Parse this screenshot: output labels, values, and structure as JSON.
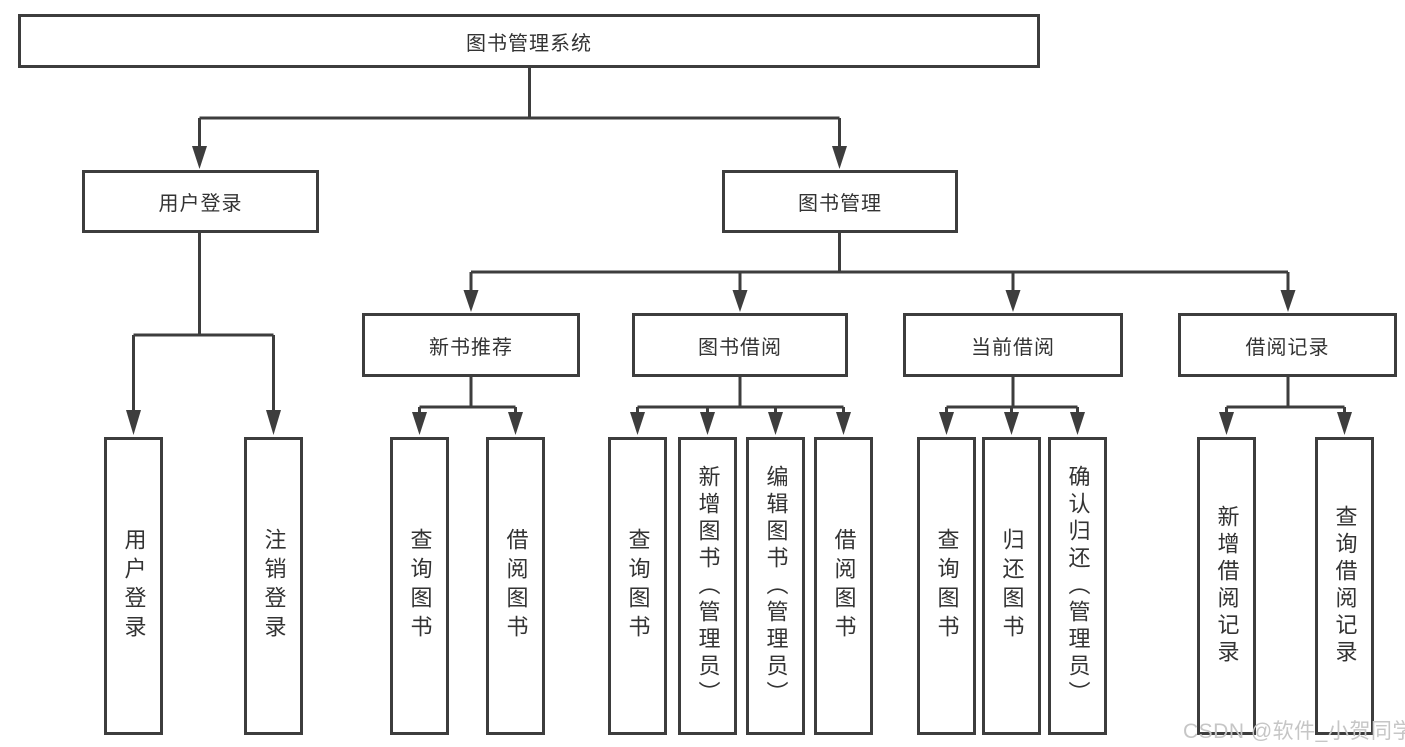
{
  "diagram": {
    "title": "图书管理系统",
    "root": {
      "label": "图书管理系统"
    },
    "level2": [
      {
        "label": "用户登录"
      },
      {
        "label": "图书管理"
      }
    ],
    "level3": [
      {
        "label": "新书推荐",
        "parent": "图书管理"
      },
      {
        "label": "图书借阅",
        "parent": "图书管理"
      },
      {
        "label": "当前借阅",
        "parent": "图书管理"
      },
      {
        "label": "借阅记录",
        "parent": "图书管理"
      }
    ],
    "leaves": [
      {
        "label": "用户登录",
        "parent": "用户登录"
      },
      {
        "label": "注销登录",
        "parent": "用户登录"
      },
      {
        "label": "查询图书",
        "parent": "新书推荐"
      },
      {
        "label": "借阅图书",
        "parent": "新书推荐"
      },
      {
        "label": "查询图书",
        "parent": "图书借阅"
      },
      {
        "label": "新增图书（管理员）",
        "parent": "图书借阅"
      },
      {
        "label": "编辑图书（管理员）",
        "parent": "图书借阅"
      },
      {
        "label": "借阅图书",
        "parent": "图书借阅"
      },
      {
        "label": "查询图书",
        "parent": "当前借阅"
      },
      {
        "label": "归还图书",
        "parent": "当前借阅"
      },
      {
        "label": "确认归还（管理员）",
        "parent": "当前借阅"
      },
      {
        "label": "新增借阅记录",
        "parent": "借阅记录"
      },
      {
        "label": "查询借阅记录",
        "parent": "借阅记录"
      }
    ]
  },
  "watermark": "CSDN @软件_小贺同学",
  "colors": {
    "line": "#3d3d3d",
    "text": "#333333",
    "background": "#ffffff",
    "watermark": "#c6c6c6"
  }
}
